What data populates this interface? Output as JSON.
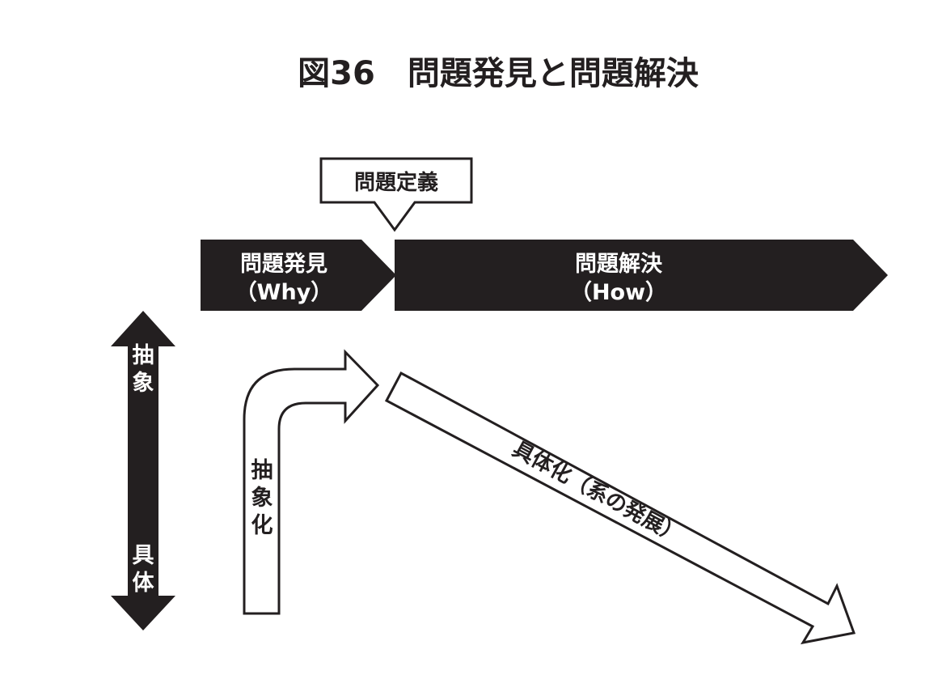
{
  "title": "図36　問題発見と問題解決",
  "definition_box": {
    "label": "問題定義"
  },
  "phase_discovery": {
    "title": "問題発見",
    "subtitle": "（Why）"
  },
  "phase_solution": {
    "title": "問題解決",
    "subtitle": "（How）"
  },
  "scale_axis": {
    "top_label": "抽象",
    "bottom_label": "具体"
  },
  "abstraction_arrow": {
    "label": "抽象化"
  },
  "concretization_arrow": {
    "label": "具体化（系の発展）"
  },
  "colors": {
    "ink": "#231f20",
    "background": "#ffffff"
  }
}
